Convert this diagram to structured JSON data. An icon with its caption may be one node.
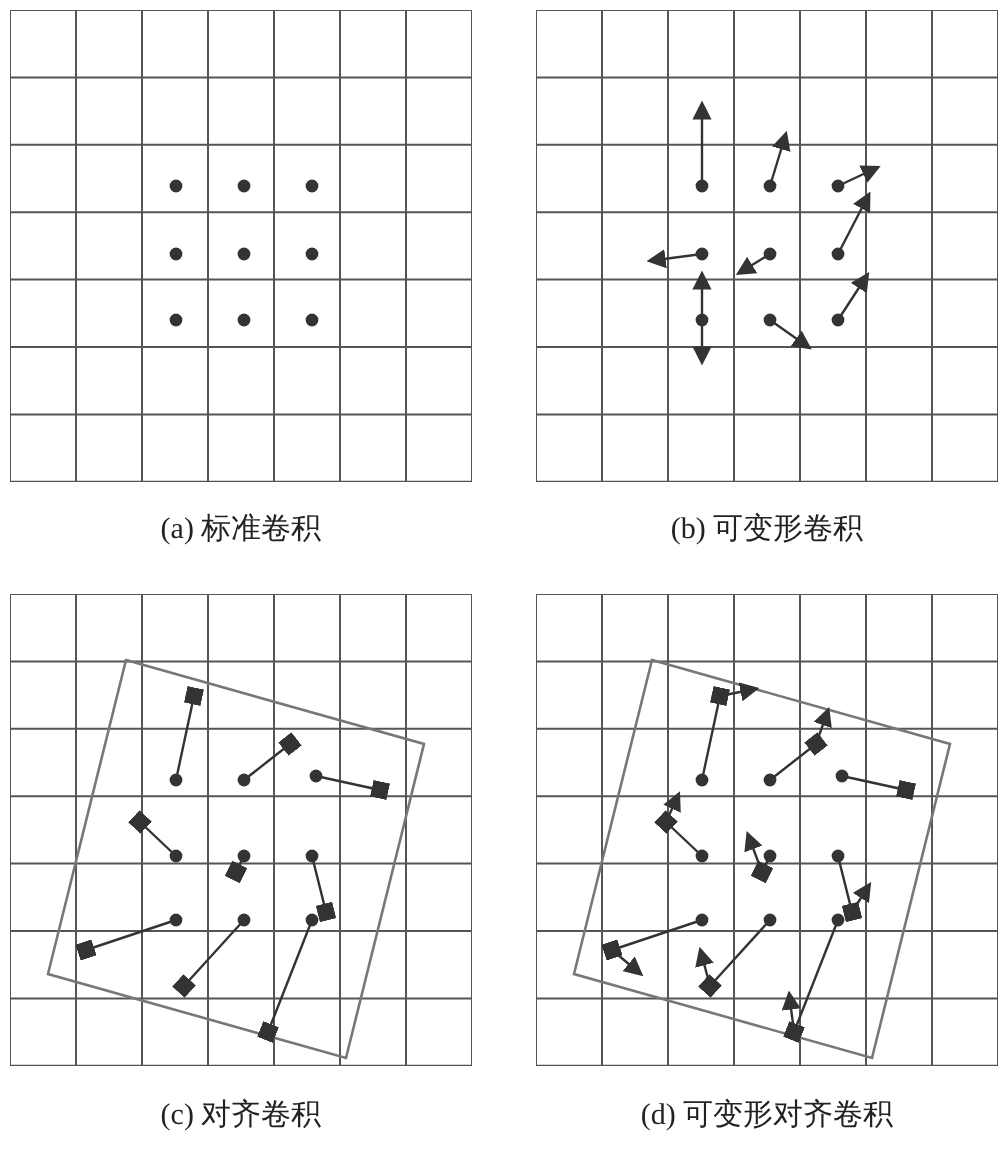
{
  "diagram": {
    "labels": [
      "(a) 标准卷积",
      "(b) 可变形卷积",
      "(c) 对齐卷积",
      "(d) 可变形对齐卷积"
    ]
  }
}
